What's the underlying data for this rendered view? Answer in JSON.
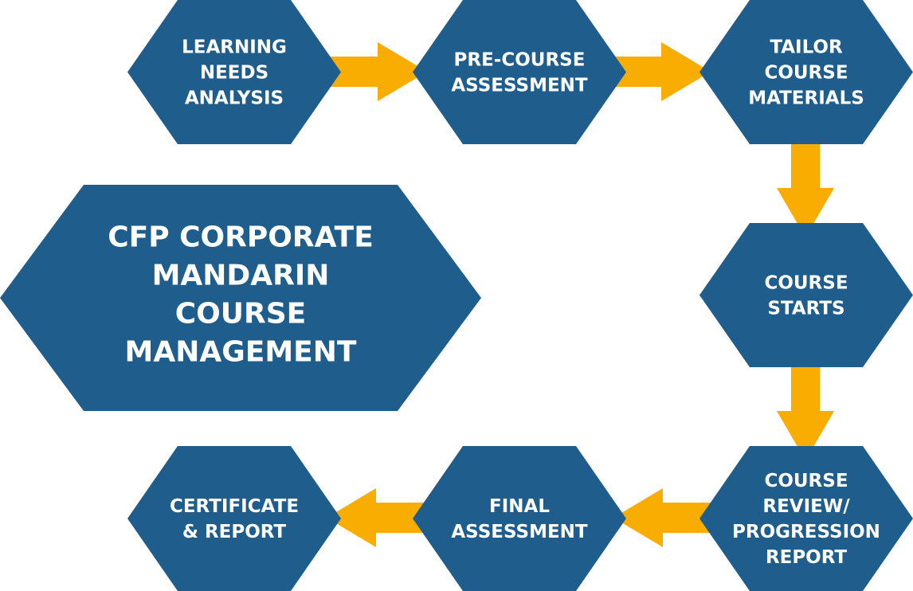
{
  "colors": {
    "hexagon_fill": "#1f5d8c",
    "arrow_fill": "#f9ad00",
    "text": "#ffffff",
    "background": "#ffffff"
  },
  "title": {
    "lines": [
      "CFP CORPORATE",
      "MANDARIN",
      "COURSE",
      "MANAGEMENT"
    ]
  },
  "steps": [
    {
      "id": "learning-needs-analysis",
      "lines": [
        "LEARNING",
        "NEEDS",
        "ANALYSIS"
      ]
    },
    {
      "id": "pre-course-assessment",
      "lines": [
        "PRE-COURSE",
        "ASSESSMENT"
      ]
    },
    {
      "id": "tailor-course-materials",
      "lines": [
        "TAILOR",
        "COURSE",
        "MATERIALS"
      ]
    },
    {
      "id": "course-starts",
      "lines": [
        "COURSE",
        "STARTS"
      ]
    },
    {
      "id": "course-review-progression-report",
      "lines": [
        "COURSE",
        "REVIEW/",
        "PROGRESSION",
        "REPORT"
      ]
    },
    {
      "id": "final-assessment",
      "lines": [
        "FINAL",
        "ASSESSMENT"
      ]
    },
    {
      "id": "certificate-report",
      "lines": [
        "CERTIFICATE",
        "& REPORT"
      ]
    }
  ]
}
